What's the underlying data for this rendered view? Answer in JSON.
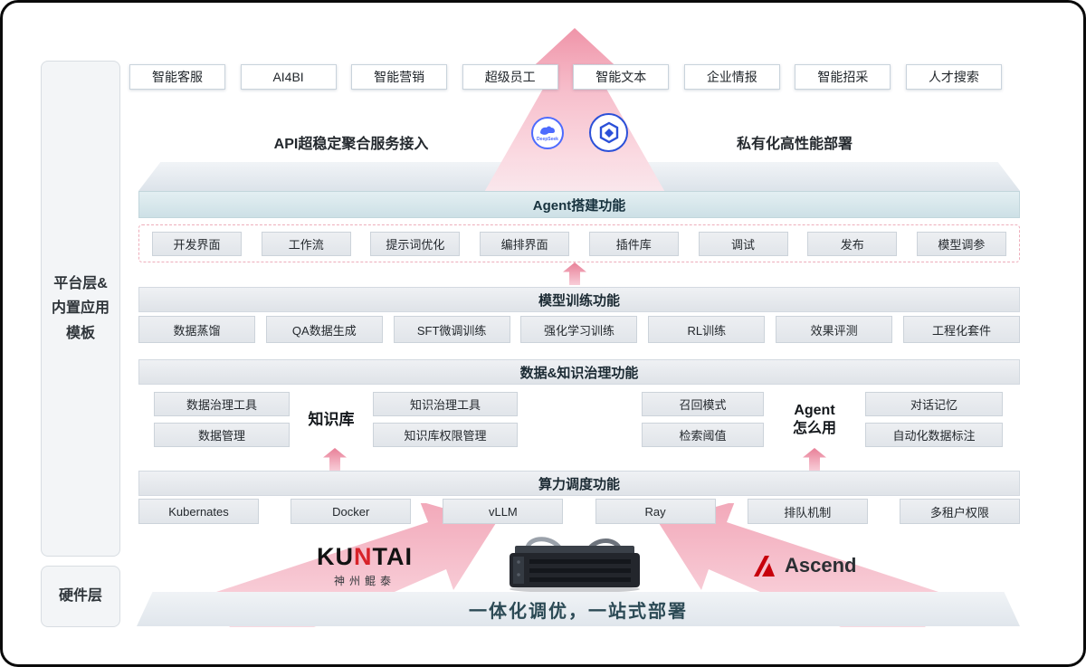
{
  "sidebar": {
    "platform": {
      "line1": "平台层&",
      "line2": "内置应用",
      "line3": "模板"
    },
    "hardware": "硬件层"
  },
  "app_row": [
    "智能客服",
    "AI4BI",
    "智能营销",
    "超级员工",
    "智能文本",
    "企业情报",
    "智能招采",
    "人才搜索"
  ],
  "access": {
    "left_text": "API超稳定聚合服务接入",
    "right_text": "私有化高性能部署",
    "deepseek_label": "DeepSeek"
  },
  "sections": {
    "agent": {
      "title": "Agent搭建功能",
      "items": [
        "开发界面",
        "工作流",
        "提示词优化",
        "编排界面",
        "插件库",
        "调试",
        "发布",
        "模型调参"
      ]
    },
    "training": {
      "title": "模型训练功能",
      "items": [
        "数据蒸馏",
        "QA数据生成",
        "SFT微调训练",
        "强化学习训练",
        "RL训练",
        "效果评测",
        "工程化套件"
      ]
    },
    "governance": {
      "title": "数据&知识治理功能",
      "left": {
        "col1": [
          "数据治理工具",
          "数据管理"
        ],
        "label": "知识库",
        "col2": [
          "知识治理工具",
          "知识库权限管理"
        ]
      },
      "right": {
        "col1": [
          "召回模式",
          "检索阈值"
        ],
        "label_line1": "Agent",
        "label_line2": "怎么用",
        "col2": [
          "对话记忆",
          "自动化数据标注"
        ]
      }
    },
    "compute": {
      "title": "算力调度功能",
      "items": [
        "Kubernates",
        "Docker",
        "vLLM",
        "Ray",
        "排队机制",
        "多租户权限"
      ]
    }
  },
  "hardware_row": {
    "kuntai": {
      "prefix": "KU",
      "mark": "N",
      "suffix": "TAI",
      "sub": "神州鲲泰"
    },
    "ascend": "Ascend",
    "banner": "一体化调优，一站式部署"
  },
  "colors": {
    "accent_pink": "#ee8fa4",
    "teal_header": "#cde0e6",
    "deepseek_blue": "#4d6bfe",
    "ascend_red": "#c7000b"
  }
}
